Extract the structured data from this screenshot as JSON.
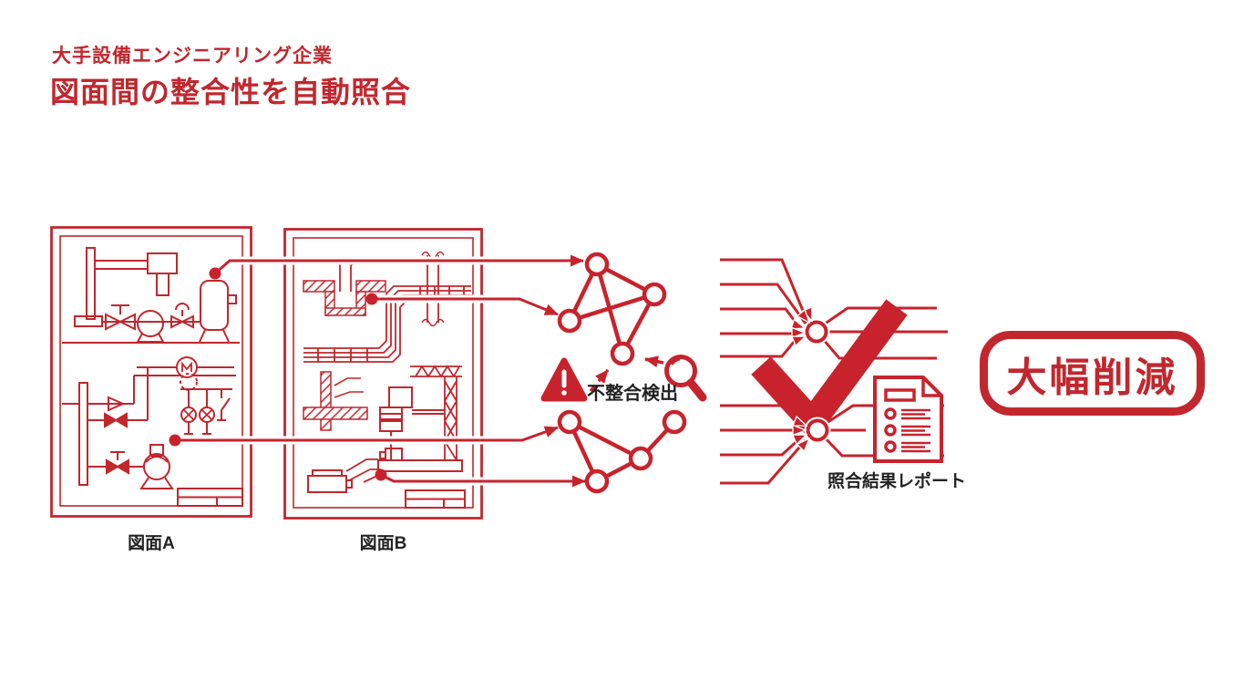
{
  "header": {
    "company": "大手設備エンジニアリング企業",
    "title": "図面間の整合性を自動照合"
  },
  "drawings": {
    "a": {
      "label": "図面A"
    },
    "b": {
      "label": "図面B"
    }
  },
  "detection": {
    "label": "不整合検出"
  },
  "report": {
    "label": "照合結果レポート"
  },
  "result": {
    "badge": "大幅削減"
  },
  "colors": {
    "accent_red": "#c1272d",
    "fill_red": "#c8232c",
    "text_black": "#222222",
    "background": "#ffffff"
  },
  "icons": {
    "warning": "warning-triangle-icon",
    "magnifier": "magnifier-icon",
    "checkmark": "checkmark-icon",
    "report_document": "report-document-icon"
  }
}
